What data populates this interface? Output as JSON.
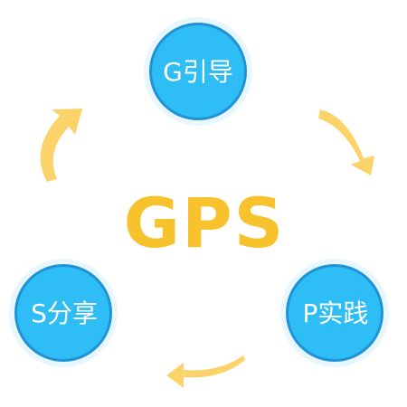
{
  "center": {
    "label": "GPS"
  },
  "nodes": [
    {
      "id": "top",
      "label": "G引导"
    },
    {
      "id": "right",
      "label": "P实践"
    },
    {
      "id": "left",
      "label": "S分享"
    }
  ],
  "colors": {
    "node_fill": "#2ebdf4",
    "node_ring": "#1f93d6",
    "node_outer": "#e8f6fd",
    "center_text": "#f7c22c",
    "arrow": "#fbd36a"
  }
}
